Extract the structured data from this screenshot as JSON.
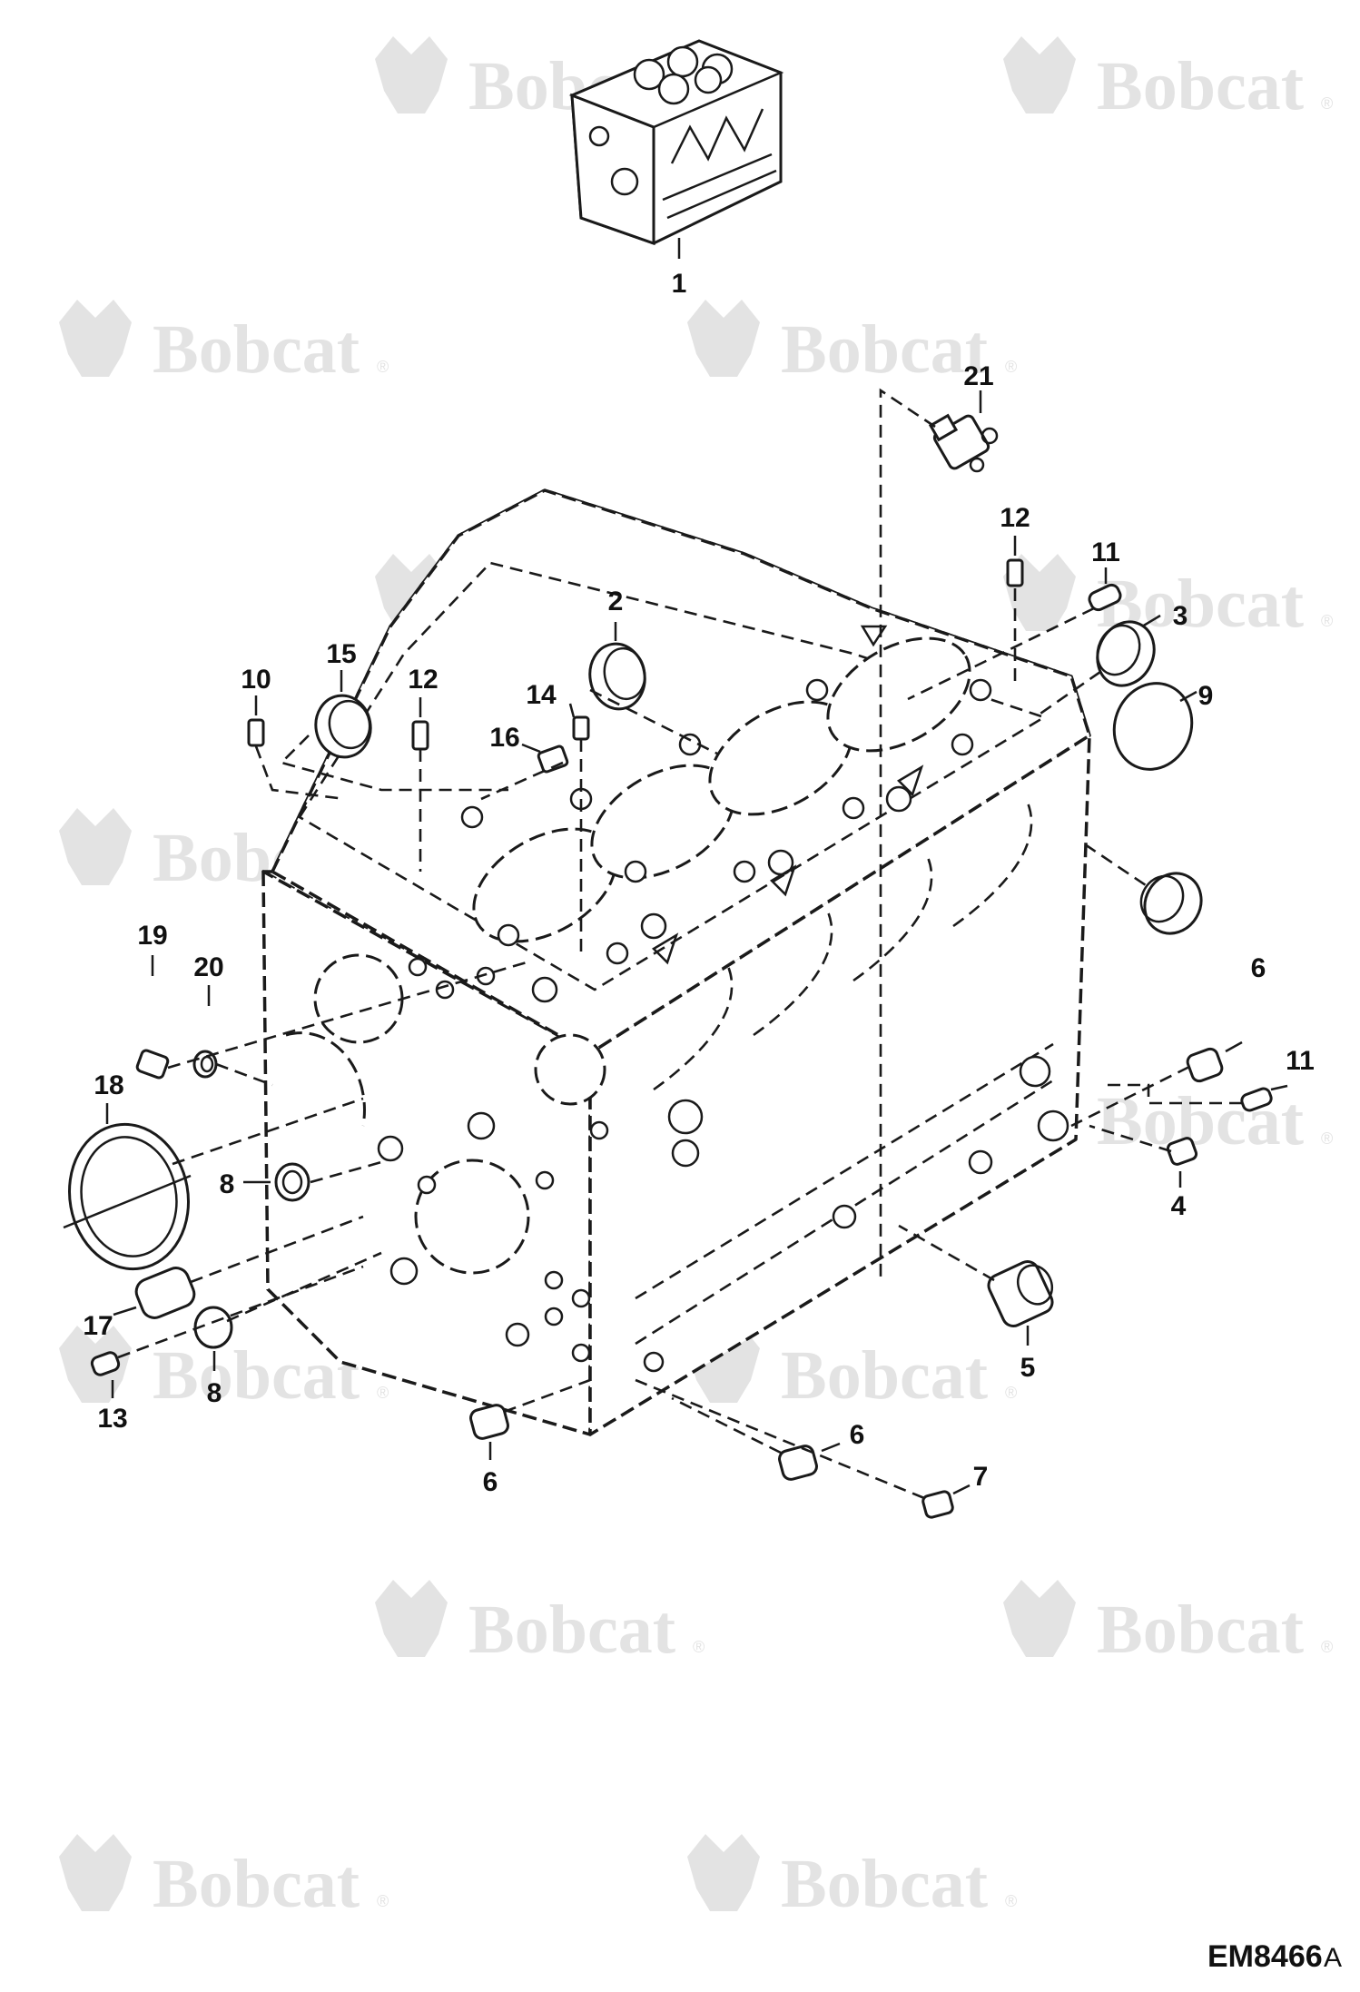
{
  "brand": {
    "watermark": "Bobcat",
    "registered_mark": "®",
    "watermark_color": "#e3e3e3"
  },
  "drawing_code": {
    "code": "EM8466",
    "suffix": "A"
  },
  "callouts": [
    {
      "id": "c1",
      "label": "1"
    },
    {
      "id": "c21",
      "label": "21"
    },
    {
      "id": "c12a",
      "label": "12"
    },
    {
      "id": "c11a",
      "label": "11"
    },
    {
      "id": "c3",
      "label": "3"
    },
    {
      "id": "c9",
      "label": "9"
    },
    {
      "id": "c2",
      "label": "2"
    },
    {
      "id": "c15",
      "label": "15"
    },
    {
      "id": "c10",
      "label": "10"
    },
    {
      "id": "c12b",
      "label": "12"
    },
    {
      "id": "c14",
      "label": "14"
    },
    {
      "id": "c16",
      "label": "16"
    },
    {
      "id": "c19",
      "label": "19"
    },
    {
      "id": "c20",
      "label": "20"
    },
    {
      "id": "c6a",
      "label": "6"
    },
    {
      "id": "c11b",
      "label": "11"
    },
    {
      "id": "c18",
      "label": "18"
    },
    {
      "id": "c8a",
      "label": "8"
    },
    {
      "id": "c4",
      "label": "4"
    },
    {
      "id": "c17",
      "label": "17"
    },
    {
      "id": "c8b",
      "label": "8"
    },
    {
      "id": "c5",
      "label": "5"
    },
    {
      "id": "c13",
      "label": "13"
    },
    {
      "id": "c6b",
      "label": "6"
    },
    {
      "id": "c6c",
      "label": "6"
    },
    {
      "id": "c7",
      "label": "7"
    }
  ]
}
